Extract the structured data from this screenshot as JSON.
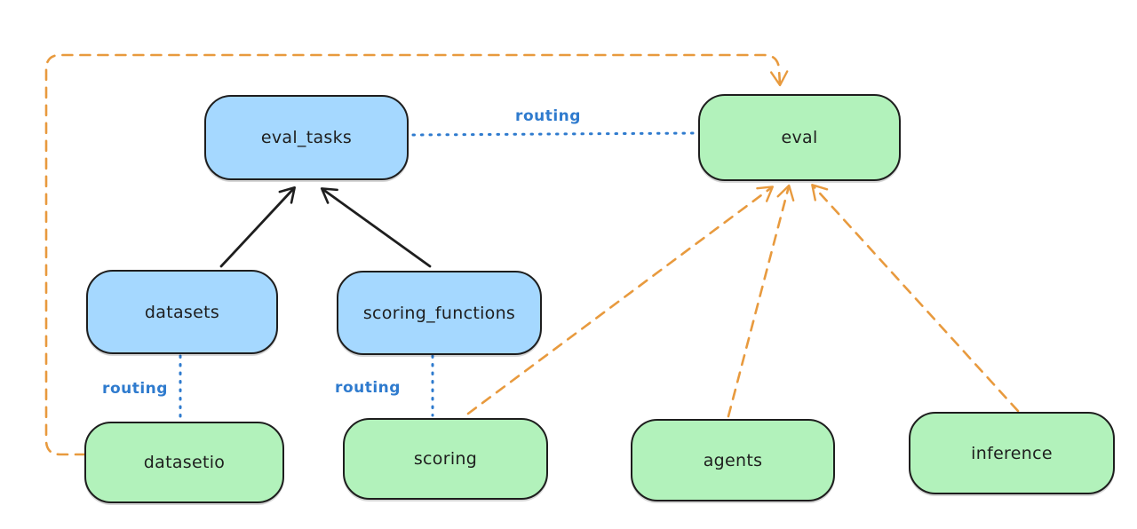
{
  "diagram": {
    "colors": {
      "background": "#ffffff",
      "node_border": "#1e1e1e",
      "blue_fill": "#a5d8ff",
      "green_fill": "#b2f2bb",
      "routing_blue": "#2f7bce",
      "arrow_orange": "#e89a3e",
      "text": "#1e1e1e"
    },
    "nodes": {
      "eval_tasks": {
        "label": "eval_tasks",
        "color": "blue"
      },
      "eval": {
        "label": "eval",
        "color": "green"
      },
      "datasets": {
        "label": "datasets",
        "color": "blue"
      },
      "scoring_functions": {
        "label": "scoring_functions",
        "color": "blue"
      },
      "datasetio": {
        "label": "datasetio",
        "color": "green"
      },
      "scoring": {
        "label": "scoring",
        "color": "green"
      },
      "agents": {
        "label": "agents",
        "color": "green"
      },
      "inference": {
        "label": "inference",
        "color": "green"
      }
    },
    "edge_labels": {
      "eval_tasks_to_eval": "routing",
      "datasets_to_datasetio": "routing",
      "scoring_functions_to_scoring": "routing"
    },
    "edges": [
      {
        "from": "datasets",
        "to": "eval_tasks",
        "style": "solid-arrow",
        "color": "#1e1e1e"
      },
      {
        "from": "scoring_functions",
        "to": "eval_tasks",
        "style": "solid-arrow",
        "color": "#1e1e1e"
      },
      {
        "from": "eval_tasks",
        "to": "eval",
        "style": "dotted",
        "label": "routing",
        "color": "#2f7bce"
      },
      {
        "from": "datasets",
        "to": "datasetio",
        "style": "dotted",
        "label": "routing",
        "color": "#2f7bce"
      },
      {
        "from": "scoring_functions",
        "to": "scoring",
        "style": "dotted",
        "label": "routing",
        "color": "#2f7bce"
      },
      {
        "from": "datasetio",
        "to": "eval",
        "style": "dashed-arrow",
        "color": "#e89a3e"
      },
      {
        "from": "scoring",
        "to": "eval",
        "style": "dashed-arrow",
        "color": "#e89a3e"
      },
      {
        "from": "agents",
        "to": "eval",
        "style": "dashed-arrow",
        "color": "#e89a3e"
      },
      {
        "from": "inference",
        "to": "eval",
        "style": "dashed-arrow",
        "color": "#e89a3e"
      }
    ]
  }
}
